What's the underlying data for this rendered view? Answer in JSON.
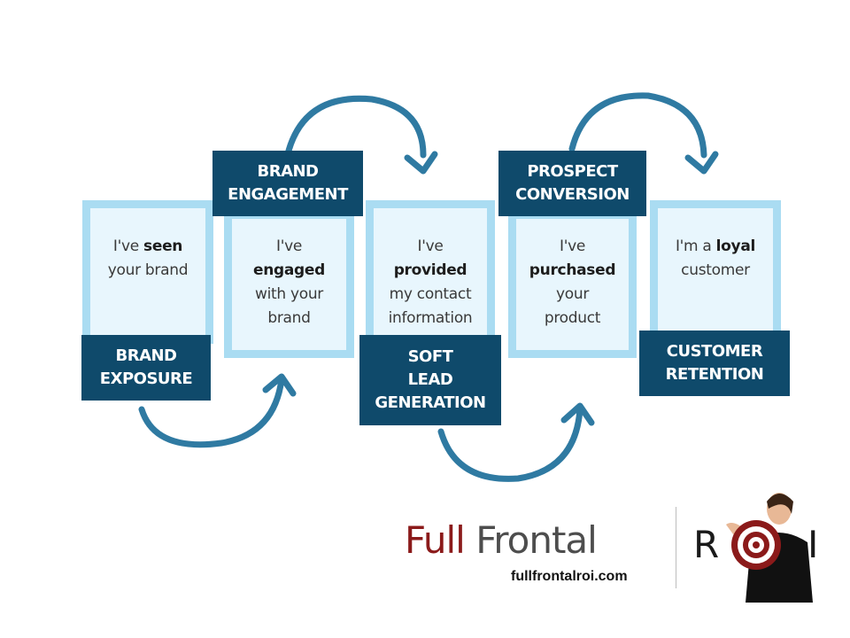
{
  "cards": [
    {
      "pre": "I've ",
      "bold": "seen",
      "post": "your brand"
    },
    {
      "pre": "I've",
      "bold": "engaged",
      "post": "with your brand"
    },
    {
      "pre": "I've",
      "bold": "provided",
      "post": "my contact information"
    },
    {
      "pre": "I've",
      "bold": "purchased",
      "post": "your product"
    },
    {
      "pre": "I'm a ",
      "bold": "loyal",
      "post": "customer"
    }
  ],
  "stages": {
    "brand_exposure": [
      "BRAND",
      "EXPOSURE"
    ],
    "brand_engagement": [
      "BRAND",
      "ENGAGEMENT"
    ],
    "soft_lead_generation": [
      "SOFT",
      "LEAD",
      "GENERATION"
    ],
    "prospect_conversion": [
      "PROSPECT",
      "CONVERSION"
    ],
    "customer_retention": [
      "CUSTOMER",
      "RETENTION"
    ]
  },
  "logo": {
    "word1": "Full",
    "word2": "Frontal",
    "url": "fullfrontalroi.com",
    "roi_r": "R",
    "roi_i": "I",
    "target_icon": "bullseye-target-icon",
    "accent_color": "#8b1a1a",
    "stage_color": "#0f4a6b",
    "card_border_color": "#aadcf2",
    "arrow_color": "#2f7aa2"
  }
}
